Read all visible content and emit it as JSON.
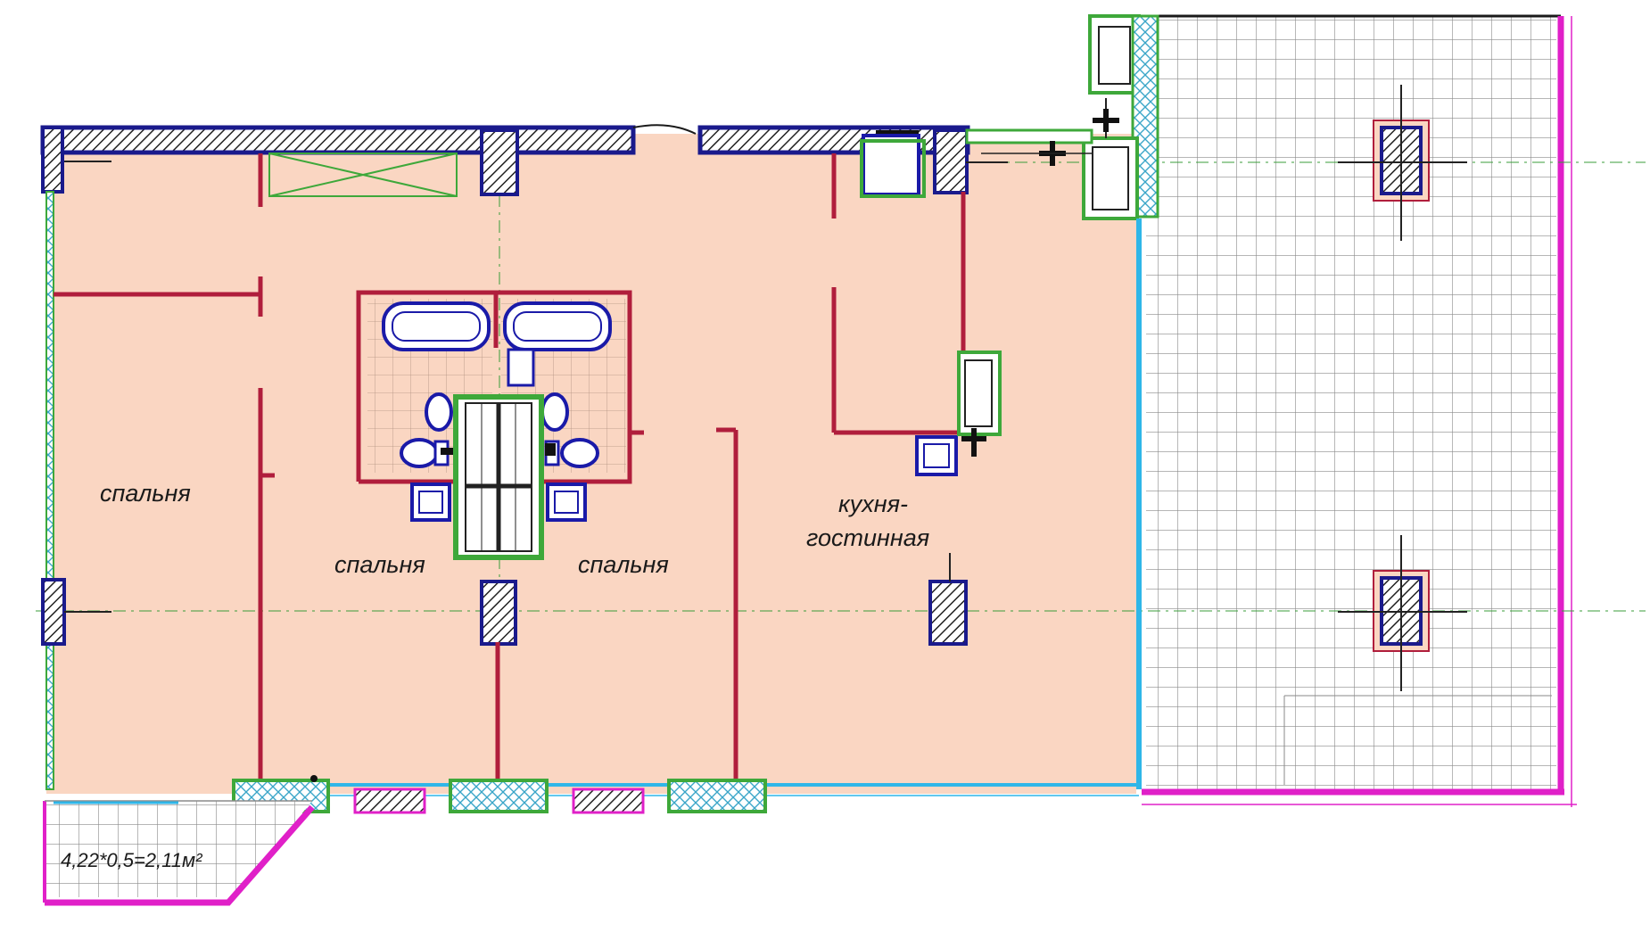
{
  "plan": {
    "rooms": [
      {
        "id": "bedroom-1",
        "label": "спальня"
      },
      {
        "id": "bedroom-2",
        "label": "спальня"
      },
      {
        "id": "bedroom-3",
        "label": "спальня"
      },
      {
        "id": "kitchen-living",
        "label_line1": "кухня-",
        "label_line2": "гостинная"
      }
    ],
    "balcony_area_label": "4,22*0,5=2,11м²"
  },
  "colors": {
    "floor": "#fad6c2",
    "interior_wall": "#b01e3c",
    "exterior_wall": "#1a1a8c",
    "green_fixture": "#3ea83a",
    "glazing": "#2fb6e8",
    "railing": "#e020c8",
    "terrace_grid": "#8a8a8a",
    "plumbing": "#1a1aa8"
  }
}
